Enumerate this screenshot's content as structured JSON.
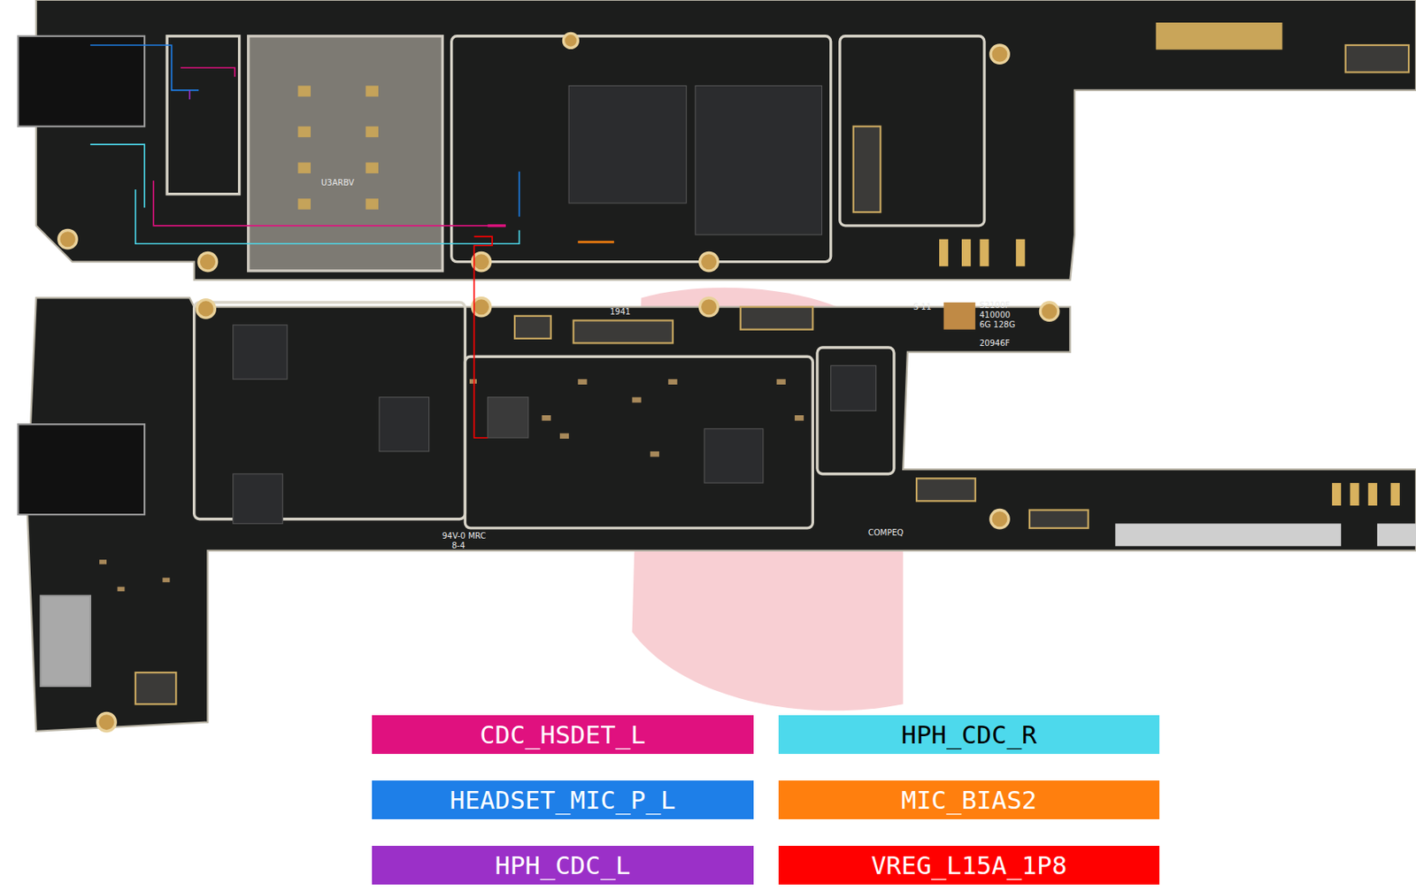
{
  "diagram": {
    "labels": [
      "U3ARBV",
      "1941",
      "S 11",
      "S2100F",
      "410000",
      "6G 128G",
      "20946F",
      "94V-0 MRC",
      "8-4",
      "COMPEQ"
    ],
    "legend": [
      {
        "text": "CDC_HSDET_L",
        "color": "#e0117f"
      },
      {
        "text": "HPH_CDC_R",
        "color": "#4dd9ec"
      },
      {
        "text": "HEADSET_MIC_P_L",
        "color": "#1e7fe8"
      },
      {
        "text": "MIC_BIAS2",
        "color": "#ff7f0e"
      },
      {
        "text": "HPH_CDC_L",
        "color": "#9b30c8"
      },
      {
        "text": "VREG_L15A_1P8",
        "color": "#ff0000"
      }
    ]
  }
}
